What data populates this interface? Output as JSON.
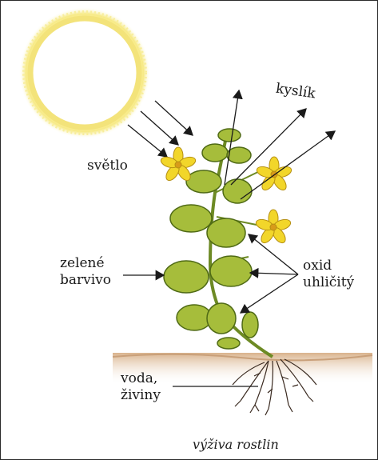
{
  "labels": {
    "light": "světlo",
    "oxygen": "kyslík",
    "chlorophyll_line1": "zelené",
    "chlorophyll_line2": "barvivo",
    "co2_line1": "oxid",
    "co2_line2": "uhličitý",
    "water_line1": "voda,",
    "water_line2": "živiny"
  },
  "caption": "výživa rostlin",
  "colors": {
    "sun": "#f9ee8a",
    "sun_glow": "#fbf3b4",
    "leaf": "#a6bd3b",
    "leaf_dark": "#5d7a1c",
    "flower": "#f2d62a",
    "flower_center": "#d89b1a",
    "soil": "#d9b38c",
    "roots": "#3a2a20",
    "arrow": "#1a1a1a"
  },
  "icons": [
    "sun-icon",
    "plant-icon",
    "flower-icon",
    "roots-icon",
    "arrow-icon"
  ]
}
